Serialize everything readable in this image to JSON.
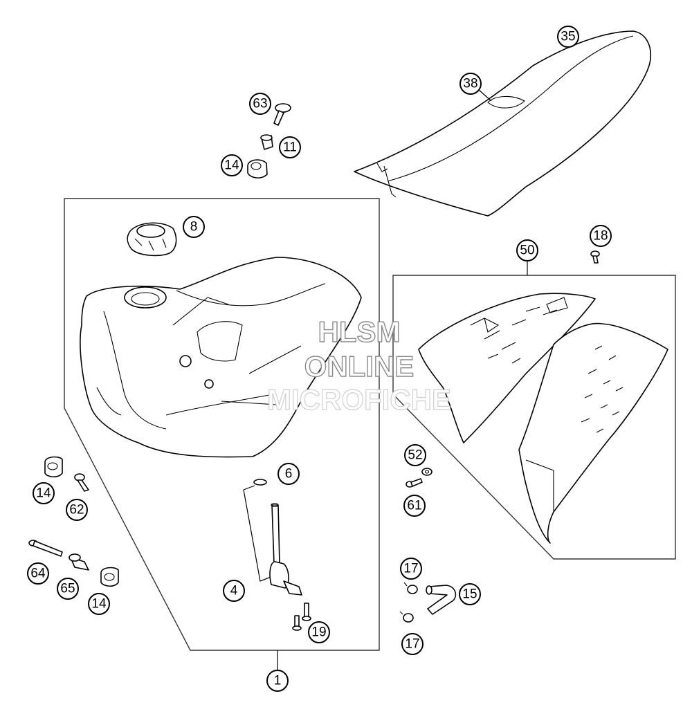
{
  "watermark": {
    "line1": "HLSM",
    "line2": "ONLINE",
    "line3": "MICROFICHE"
  },
  "callouts": [
    {
      "id": "c35",
      "label": "35"
    },
    {
      "id": "c38",
      "label": "38"
    },
    {
      "id": "c63",
      "label": "63"
    },
    {
      "id": "c11",
      "label": "11"
    },
    {
      "id": "c14a",
      "label": "14"
    },
    {
      "id": "c8",
      "label": "8"
    },
    {
      "id": "c18",
      "label": "18"
    },
    {
      "id": "c50",
      "label": "50"
    },
    {
      "id": "c6",
      "label": "6"
    },
    {
      "id": "c52",
      "label": "52"
    },
    {
      "id": "c61",
      "label": "61"
    },
    {
      "id": "c14b",
      "label": "14"
    },
    {
      "id": "c62",
      "label": "62"
    },
    {
      "id": "c64",
      "label": "64"
    },
    {
      "id": "c65",
      "label": "65"
    },
    {
      "id": "c14c",
      "label": "14"
    },
    {
      "id": "c4",
      "label": "4"
    },
    {
      "id": "c17a",
      "label": "17"
    },
    {
      "id": "c15",
      "label": "15"
    },
    {
      "id": "c17b",
      "label": "17"
    },
    {
      "id": "c19",
      "label": "19"
    },
    {
      "id": "c1",
      "label": "1"
    }
  ]
}
